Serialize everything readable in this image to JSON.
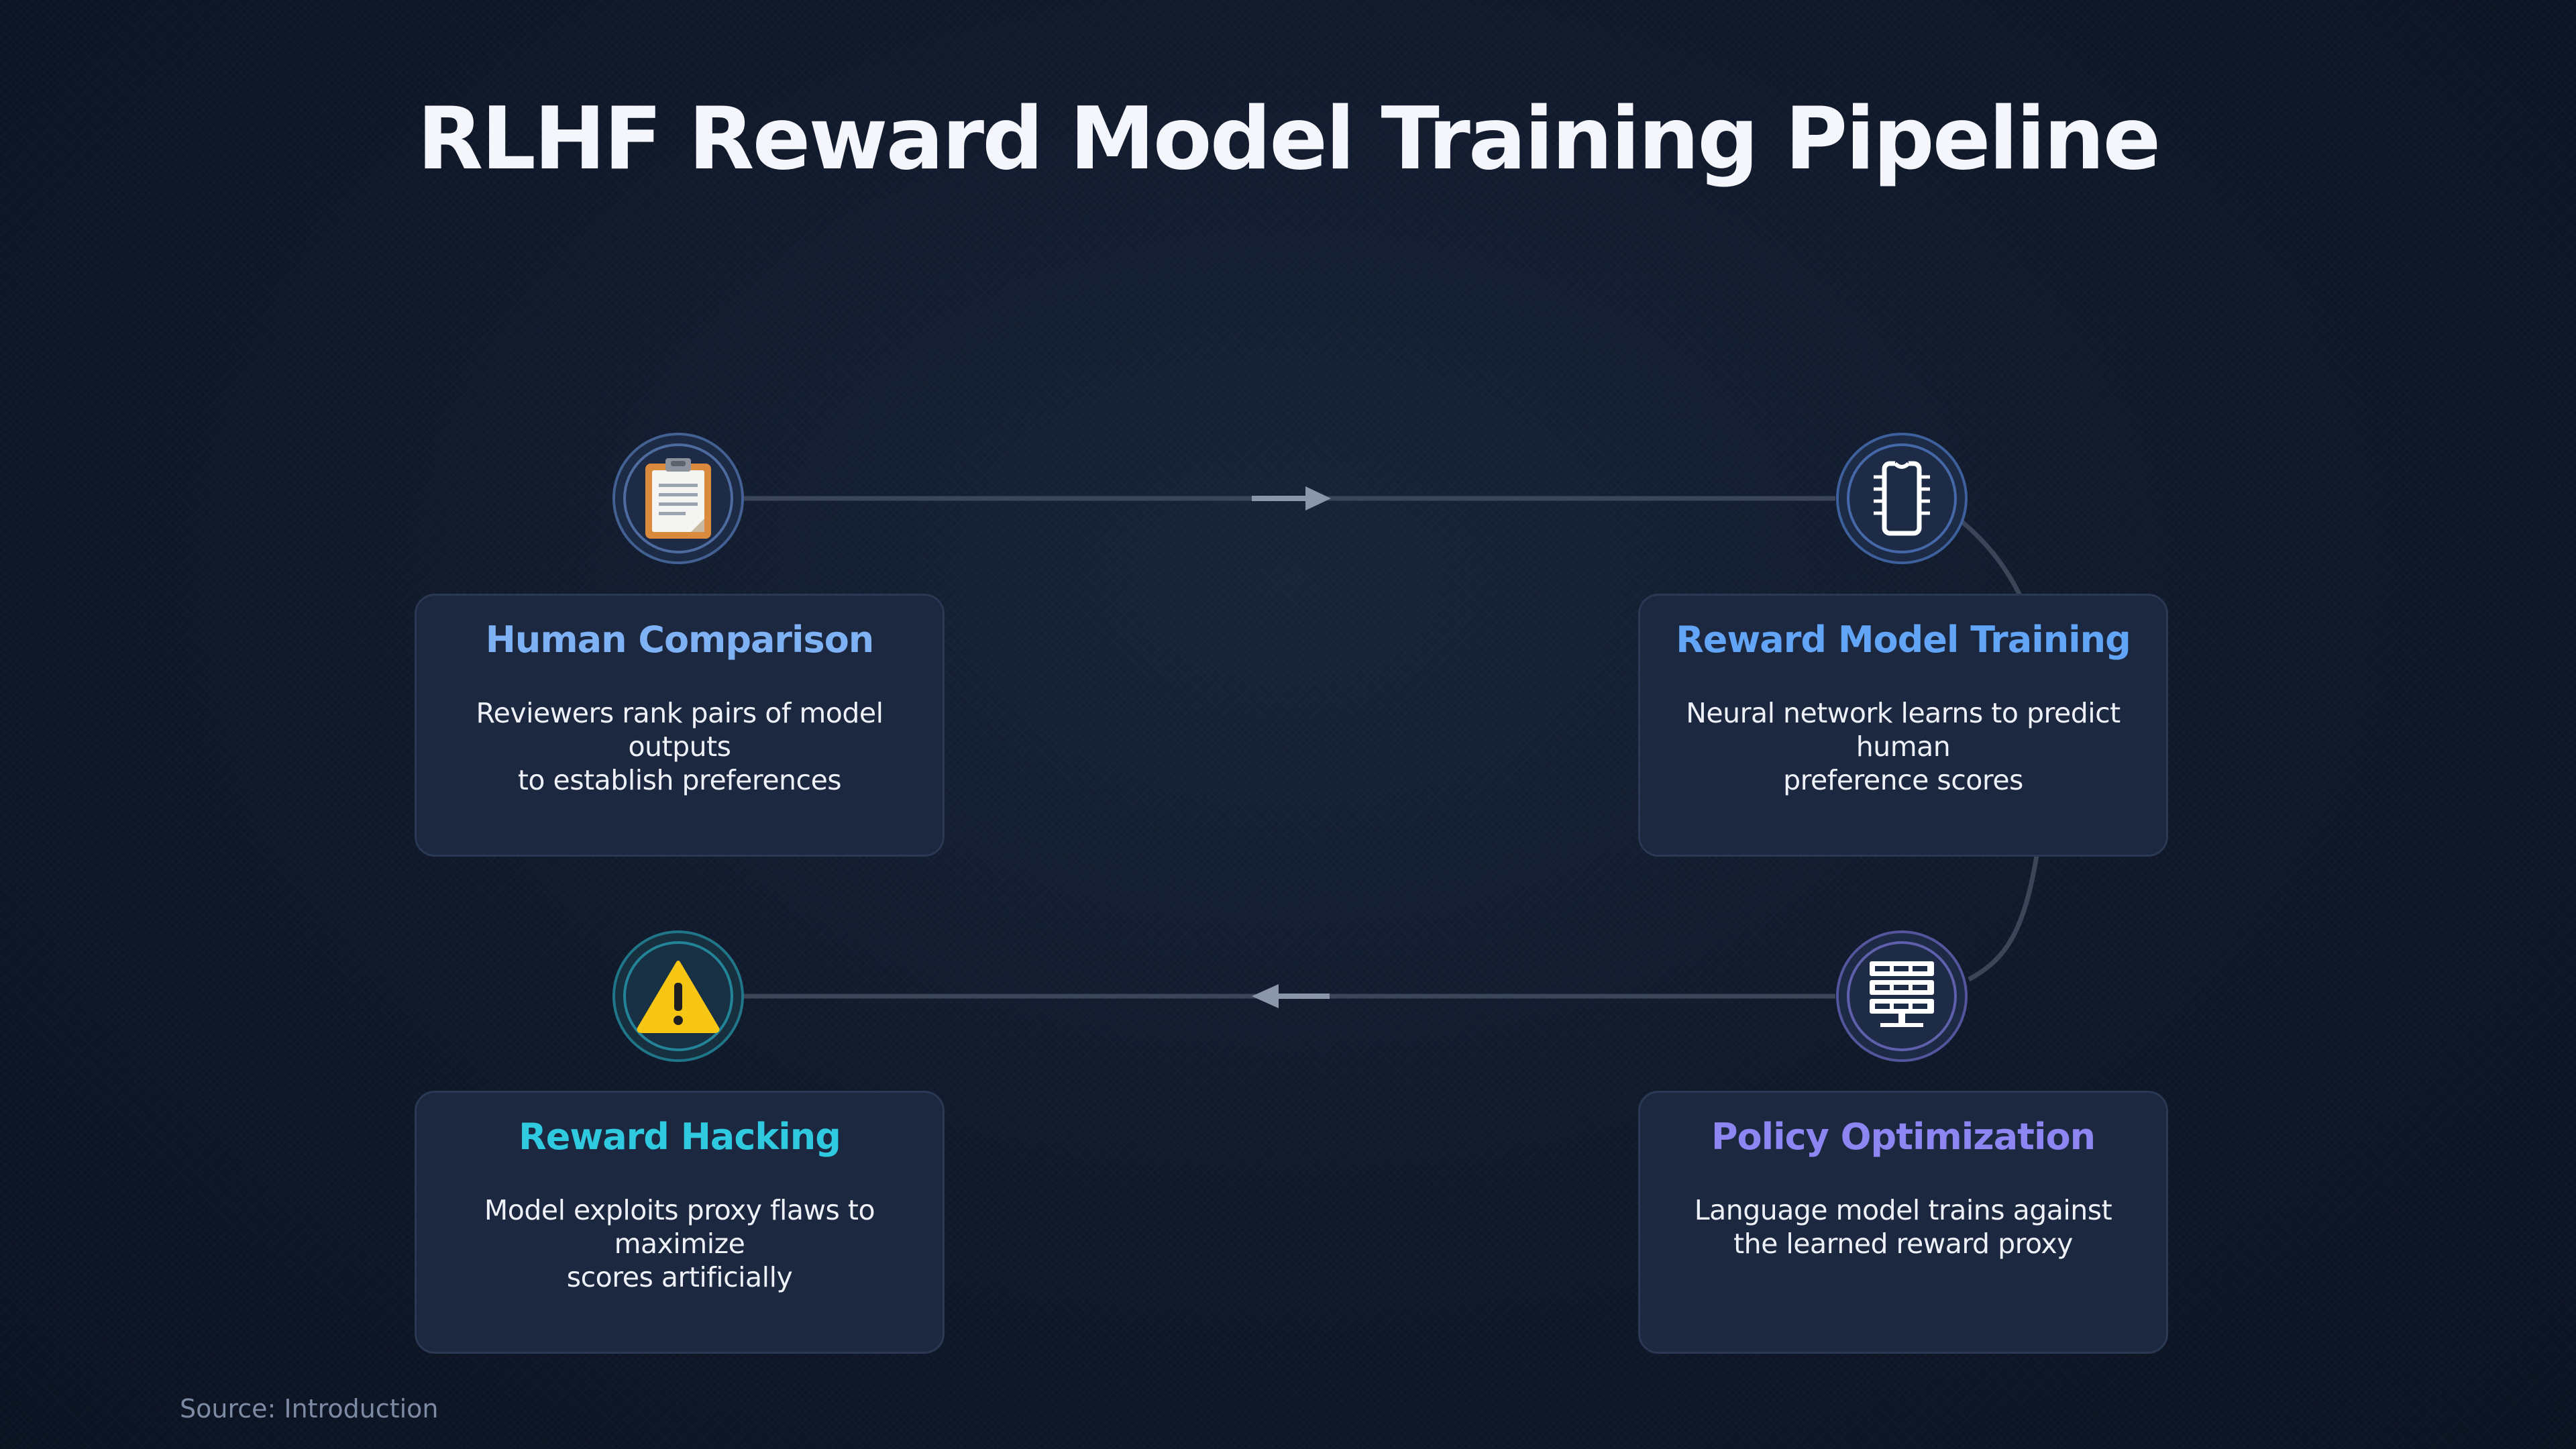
{
  "title": "RLHF Reward Model Training Pipeline",
  "source": "Source: Introduction",
  "colors": {
    "background": "#0f1829",
    "card_bg": "#1c2840",
    "card_border": "#2b3854",
    "connector": "#3a4558",
    "arrow": "#8b96a9"
  },
  "nodes": [
    {
      "title": "Human Comparison",
      "description_lines": [
        "Reviewers rank pairs of model outputs",
        "to establish preferences"
      ],
      "icon": "clipboard-icon",
      "accent": "#7fb2f5"
    },
    {
      "title": "Reward Model Training",
      "description_lines": [
        "Neural network learns to predict human",
        "preference scores"
      ],
      "icon": "chip-icon",
      "accent": "#62a4f6"
    },
    {
      "title": "Policy Optimization",
      "description_lines": [
        "Language model trains against",
        "the learned reward proxy"
      ],
      "icon": "server-icon",
      "accent": "#8d86f2"
    },
    {
      "title": "Reward Hacking",
      "description_lines": [
        "Model exploits proxy flaws to maximize",
        "scores artificially"
      ],
      "icon": "warning-icon",
      "accent": "#2fcadf"
    }
  ]
}
